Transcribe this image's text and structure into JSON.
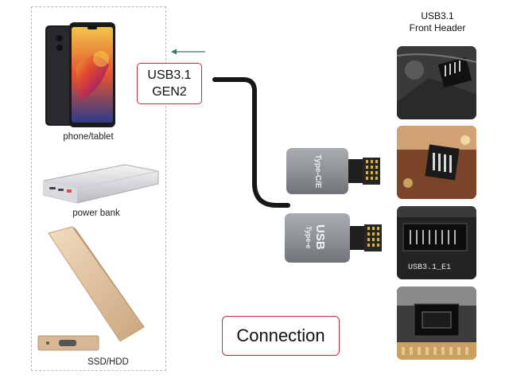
{
  "devices": {
    "phone_caption": "phone/tablet",
    "powerbank_caption": "power bank",
    "ssd_caption": "SSD/HDD"
  },
  "cable_label": {
    "line1": "USB3.1",
    "line2": "GEN2"
  },
  "connectors": {
    "top_mark": "Type-C/E",
    "bottom_mark_1": "Type-e",
    "bottom_mark_2": "USB"
  },
  "front_header": {
    "title_line1": "USB3.1",
    "title_line2": "Front Header",
    "board_silkscreen": "USB3.1_E1"
  },
  "connection_label": "Connection",
  "colors": {
    "accent_border": "#c0303a",
    "arrow": "#2f7f5f",
    "connector_body": "#8f9398"
  }
}
